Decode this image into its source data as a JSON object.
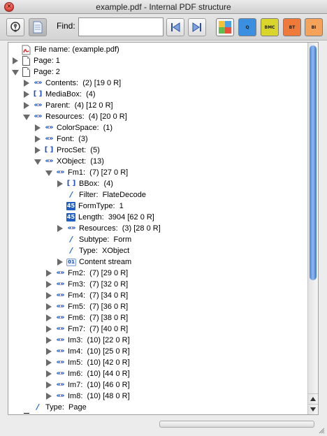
{
  "window": {
    "title": "example.pdf - Internal PDF structure",
    "close_glyph": "×"
  },
  "toolbar": {
    "buttons": [
      {
        "name": "inspect-button",
        "icon": "magnifier-bulb-icon",
        "pressed": false
      },
      {
        "name": "document-view-button",
        "icon": "document-icon",
        "pressed": true
      }
    ],
    "find_label": "Find:",
    "find_value": "",
    "nav": [
      {
        "name": "find-previous-button",
        "icon": "find-previous-icon"
      },
      {
        "name": "find-next-button",
        "icon": "find-next-icon"
      }
    ],
    "marked_content": [
      {
        "name": "puzzle-button",
        "label": "",
        "color": "#e89a2a",
        "icon": "puzzle-icon"
      },
      {
        "name": "q-button",
        "label": "Q",
        "color": "#3b8fe0",
        "icon": "puzzle-q-icon"
      },
      {
        "name": "bmc-button",
        "label": "BMC",
        "color": "#d9d52a",
        "icon": "puzzle-bmc-icon"
      },
      {
        "name": "bt-button",
        "label": "BT",
        "color": "#f07a3a",
        "icon": "puzzle-bt-icon"
      },
      {
        "name": "bi-button",
        "label": "BI",
        "color": "#f5a25a",
        "icon": "puzzle-bi-icon"
      }
    ]
  },
  "tree": {
    "rows": [
      {
        "indent": 0,
        "toggle": "none",
        "icon": "pdf",
        "text": "File name: (example.pdf)"
      },
      {
        "indent": 0,
        "toggle": "r",
        "icon": "page",
        "text": "Page: 1"
      },
      {
        "indent": 0,
        "toggle": "d",
        "icon": "page",
        "text": "Page: 2"
      },
      {
        "indent": 1,
        "toggle": "r",
        "icon": "dict",
        "text": "Contents:  (2) [19 0 R]"
      },
      {
        "indent": 1,
        "toggle": "r",
        "icon": "arr",
        "text": "MediaBox:  (4)"
      },
      {
        "indent": 1,
        "toggle": "r",
        "icon": "dict",
        "text": "Parent:  (4) [12 0 R]"
      },
      {
        "indent": 1,
        "toggle": "d",
        "icon": "dict",
        "text": "Resources:  (4) [20 0 R]"
      },
      {
        "indent": 2,
        "toggle": "r",
        "icon": "dict",
        "text": "ColorSpace:  (1)"
      },
      {
        "indent": 2,
        "toggle": "r",
        "icon": "dict",
        "text": "Font:  (3)"
      },
      {
        "indent": 2,
        "toggle": "r",
        "icon": "arr",
        "text": "ProcSet:  (5)"
      },
      {
        "indent": 2,
        "toggle": "d",
        "icon": "dict",
        "text": "XObject:  (13)"
      },
      {
        "indent": 3,
        "toggle": "d",
        "icon": "dict",
        "text": "Fm1:  (7) [27 0 R]"
      },
      {
        "indent": 4,
        "toggle": "r",
        "icon": "arr",
        "text": "BBox:  (4)"
      },
      {
        "indent": 4,
        "toggle": "none",
        "icon": "str",
        "text": "Filter:  FlateDecode"
      },
      {
        "indent": 4,
        "toggle": "none",
        "icon": "num",
        "text": "FormType:  1"
      },
      {
        "indent": 4,
        "toggle": "none",
        "icon": "num",
        "text": "Length:  3904 [62 0 R]"
      },
      {
        "indent": 4,
        "toggle": "r",
        "icon": "dict",
        "text": "Resources:  (3) [28 0 R]"
      },
      {
        "indent": 4,
        "toggle": "none",
        "icon": "str",
        "text": "Subtype:  Form"
      },
      {
        "indent": 4,
        "toggle": "none",
        "icon": "str",
        "text": "Type:  XObject"
      },
      {
        "indent": 4,
        "toggle": "r",
        "icon": "stream",
        "text": "Content stream"
      },
      {
        "indent": 3,
        "toggle": "r",
        "icon": "dict",
        "text": "Fm2:  (7) [29 0 R]"
      },
      {
        "indent": 3,
        "toggle": "r",
        "icon": "dict",
        "text": "Fm3:  (7) [32 0 R]"
      },
      {
        "indent": 3,
        "toggle": "r",
        "icon": "dict",
        "text": "Fm4:  (7) [34 0 R]"
      },
      {
        "indent": 3,
        "toggle": "r",
        "icon": "dict",
        "text": "Fm5:  (7) [36 0 R]"
      },
      {
        "indent": 3,
        "toggle": "r",
        "icon": "dict",
        "text": "Fm6:  (7) [38 0 R]"
      },
      {
        "indent": 3,
        "toggle": "r",
        "icon": "dict",
        "text": "Fm7:  (7) [40 0 R]"
      },
      {
        "indent": 3,
        "toggle": "r",
        "icon": "dict",
        "text": "Im3:  (10) [22 0 R]"
      },
      {
        "indent": 3,
        "toggle": "r",
        "icon": "dict",
        "text": "Im4:  (10) [25 0 R]"
      },
      {
        "indent": 3,
        "toggle": "r",
        "icon": "dict",
        "text": "Im5:  (10) [42 0 R]"
      },
      {
        "indent": 3,
        "toggle": "r",
        "icon": "dict",
        "text": "Im6:  (10) [44 0 R]"
      },
      {
        "indent": 3,
        "toggle": "r",
        "icon": "dict",
        "text": "Im7:  (10) [46 0 R]"
      },
      {
        "indent": 3,
        "toggle": "r",
        "icon": "dict",
        "text": "Im8:  (10) [48 0 R]"
      },
      {
        "indent": 1,
        "toggle": "none",
        "icon": "str",
        "text": "Type:  Page"
      }
    ],
    "icon_glyphs": {
      "dict": "«»",
      "arr": "[ ]",
      "num": "45",
      "str": "/",
      "stream": "01"
    }
  }
}
